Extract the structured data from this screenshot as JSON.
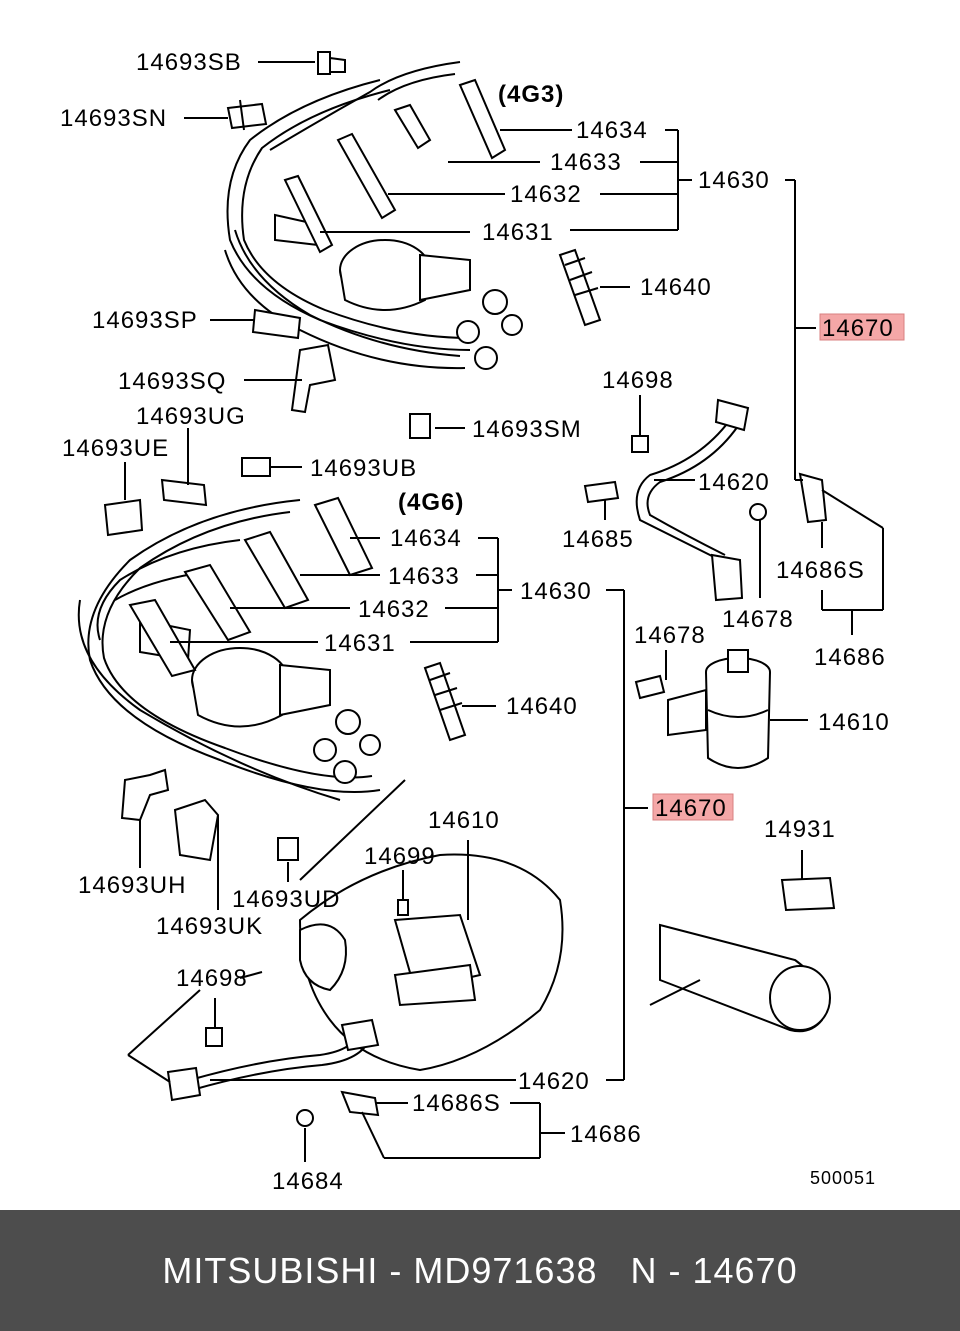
{
  "labels": {
    "l_14693SB": "14693SB",
    "l_14693SN": "14693SN",
    "l_4G3": "(4G3)",
    "l_14634a": "14634",
    "l_14633a": "14633",
    "l_14632a": "14632",
    "l_14631a": "14631",
    "l_14630a": "14630",
    "l_14640a": "14640",
    "l_14670a": "14670",
    "l_14693SP": "14693SP",
    "l_14693SQ": "14693SQ",
    "l_14693UG": "14693UG",
    "l_14693UE": "14693UE",
    "l_14693SM": "14693SM",
    "l_14698a": "14698",
    "l_14693UB": "14693UB",
    "l_14620a": "14620",
    "l_14685": "14685",
    "l_4G6": "(4G6)",
    "l_14634b": "14634",
    "l_14633b": "14633",
    "l_14632b": "14632",
    "l_14631b": "14631",
    "l_14630b": "14630",
    "l_14640b": "14640",
    "l_14686Sa": "14686S",
    "l_14678a": "14678",
    "l_14678b": "14678",
    "l_14686a": "14686",
    "l_14610a": "14610",
    "l_14670b": "14670",
    "l_14931": "14931",
    "l_14610b": "14610",
    "l_14699": "14699",
    "l_14693UH": "14693UH",
    "l_14693UD": "14693UD",
    "l_14693UK": "14693UK",
    "l_14698b": "14698",
    "l_14620b": "14620",
    "l_14686Sb": "14686S",
    "l_14686b": "14686",
    "l_14684": "14684",
    "l_500051": "500051"
  },
  "footer": {
    "text": "MITSUBISHI - MD971638   N - 14670"
  },
  "highlight_color": "#f4a7a7",
  "footer_bg": "#4d4d4d"
}
